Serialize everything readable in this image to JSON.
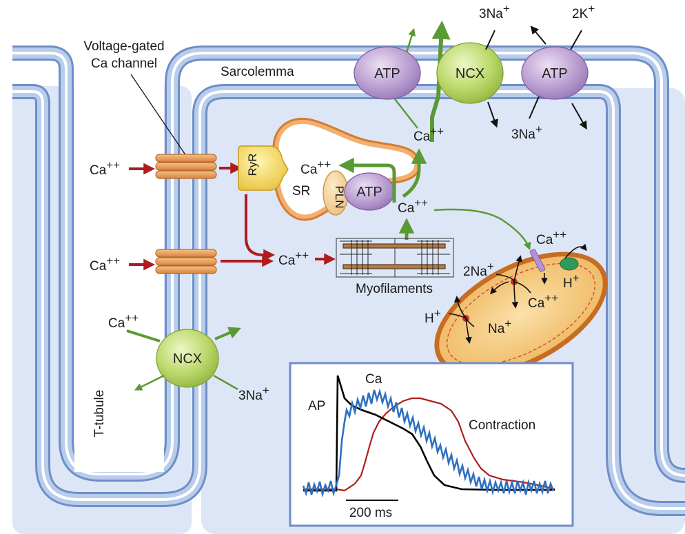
{
  "labels": {
    "voltage_gated_line1": "Voltage-gated",
    "voltage_gated_line2": "Ca channel",
    "sarcolemma": "Sarcolemma",
    "t_tubule": "T-tubule",
    "ryr": "RyR",
    "sr": "SR",
    "pln": "PLN",
    "atp": "ATP",
    "ncx": "NCX",
    "ca": "Ca",
    "ca_superscript": "++",
    "myofilaments": "Myofilaments",
    "na3_base": "3Na",
    "na2_base": "2Na",
    "k2_base": "2K",
    "na_base": "Na",
    "h_base": "H",
    "plus": "+"
  },
  "inset": {
    "ap_label": "AP",
    "ca_label": "Ca",
    "contraction_label": "Contraction",
    "scale_label": "200 ms"
  },
  "colors": {
    "membrane": "#9db7df",
    "cytoplasm": "#dde6f6",
    "red_arrow": "#b01c1c",
    "green_arrow": "#5a9a35",
    "atp_pump": "#b596cc",
    "ncx_pump": "#b9d96a",
    "sr": "#e08a3c",
    "mito": "#e3a64c",
    "ap_trace": "#000000",
    "ca_trace": "#2f6fc0",
    "contraction_trace": "#b01c1c"
  }
}
